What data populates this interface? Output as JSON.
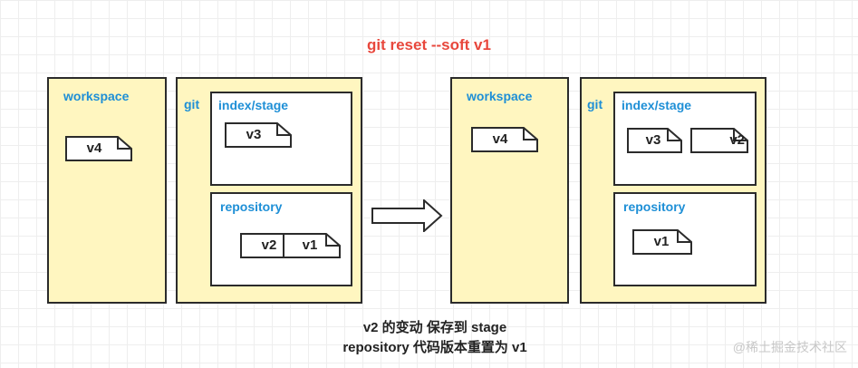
{
  "title": "git reset --soft v1",
  "left": {
    "workspace": {
      "label": "workspace",
      "files": [
        "v4"
      ]
    },
    "git": {
      "label": "git",
      "index": {
        "label": "index/stage",
        "files": [
          "v3"
        ]
      },
      "repository": {
        "label": "repository",
        "files": [
          "v2",
          "v1"
        ]
      }
    }
  },
  "right": {
    "workspace": {
      "label": "workspace",
      "files": [
        "v4"
      ]
    },
    "git": {
      "label": "git",
      "index": {
        "label": "index/stage",
        "files": [
          "v3",
          "v2"
        ]
      },
      "repository": {
        "label": "repository",
        "files": [
          "v1"
        ]
      }
    }
  },
  "caption": {
    "line1": "v2 的变动 保存到 stage",
    "line2": "repository 代码版本重置为 v1"
  },
  "watermark": "@稀土掘金技术社区",
  "colors": {
    "title": "#e8473c",
    "panel_fill": "#fff6c0",
    "label": "#1e8fd6",
    "border": "#2b2b2b"
  }
}
